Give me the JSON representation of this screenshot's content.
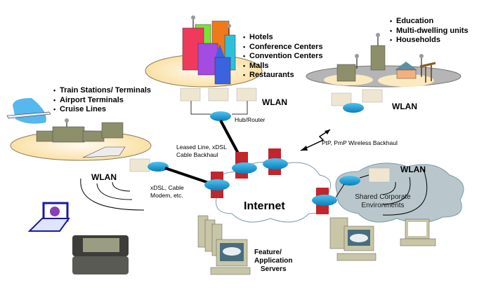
{
  "diagram": {
    "title": "WLAN network architecture overview",
    "sites": {
      "hotels": {
        "items": [
          "Hotels",
          "Conference Centers",
          "Convention Centers",
          "Malls",
          "Restaurants"
        ],
        "wlan_label": "WLAN",
        "router_label": "Hub/Router"
      },
      "residential": {
        "items": [
          "Education",
          "Multi-dwelling units",
          "Households"
        ],
        "wlan_label": "WLAN"
      },
      "transport": {
        "items": [
          "Train Stations/ Terminals",
          "Airport Terminals",
          "Cruise Lines"
        ],
        "wlan_label": "WLAN"
      },
      "corporate": {
        "cloud_label": "Shared Corporate Environments",
        "wlan_label": "WLAN"
      }
    },
    "links": {
      "leased_line": "Leased Line, xDSL Cable Backhaul",
      "xdsl": "xDSL, Cable Modem, etc.",
      "wireless_backhaul": "PtP, PmP Wireless Backhaul"
    },
    "core": {
      "internet_label": "Internet",
      "servers_label_line1": "Feature/",
      "servers_label_line2": "Application",
      "servers_label_line3": "Servers"
    },
    "colors": {
      "router": "#1f9fd8",
      "firewall": "#c0262c",
      "ground_disc": "#fde3a7",
      "cloud_internet": "#ffffff",
      "cloud_corporate": "#b9c7cc",
      "access_point": "#efe6d2"
    }
  }
}
